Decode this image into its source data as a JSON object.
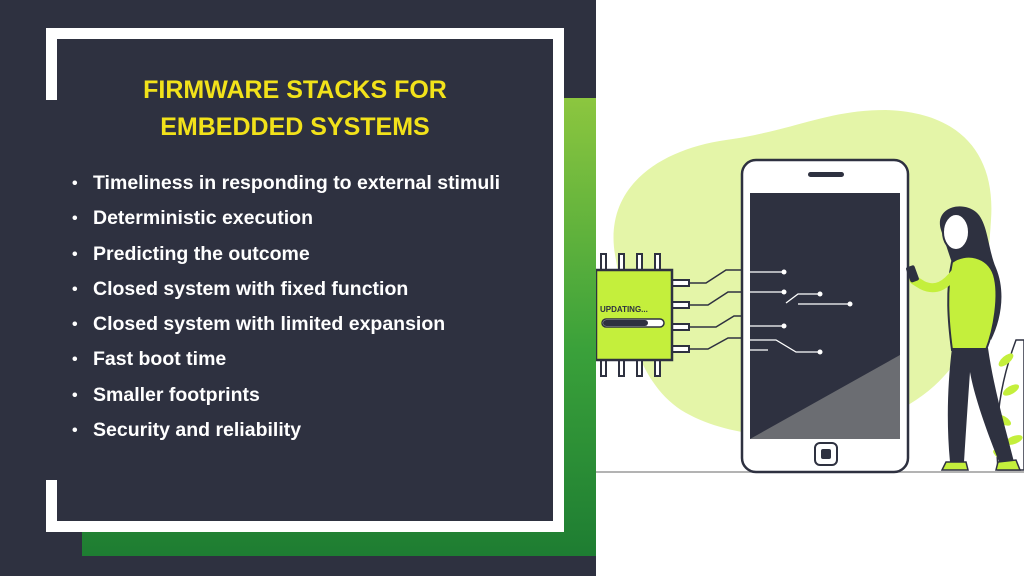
{
  "slide": {
    "title_line1": "FIRMWARE STACKS FOR",
    "title_line2": "EMBEDDED SYSTEMS",
    "bullets": [
      "Timeliness in responding to external stimuli",
      "Deterministic execution",
      "Predicting the outcome",
      "Closed system with fixed function",
      "Closed system with limited expansion",
      "Fast boot time",
      "Smaller footprints",
      "Security and reliability"
    ],
    "bullet_glyph": "•",
    "illustration": {
      "chip_label": "UPDATING...",
      "progress": 0.75
    },
    "colors": {
      "panel": "#2e3140",
      "title": "#f2e21a",
      "accent_green": "#8cc63f",
      "dark_green": "#1e7d32",
      "lime": "#c4ef3c"
    }
  }
}
